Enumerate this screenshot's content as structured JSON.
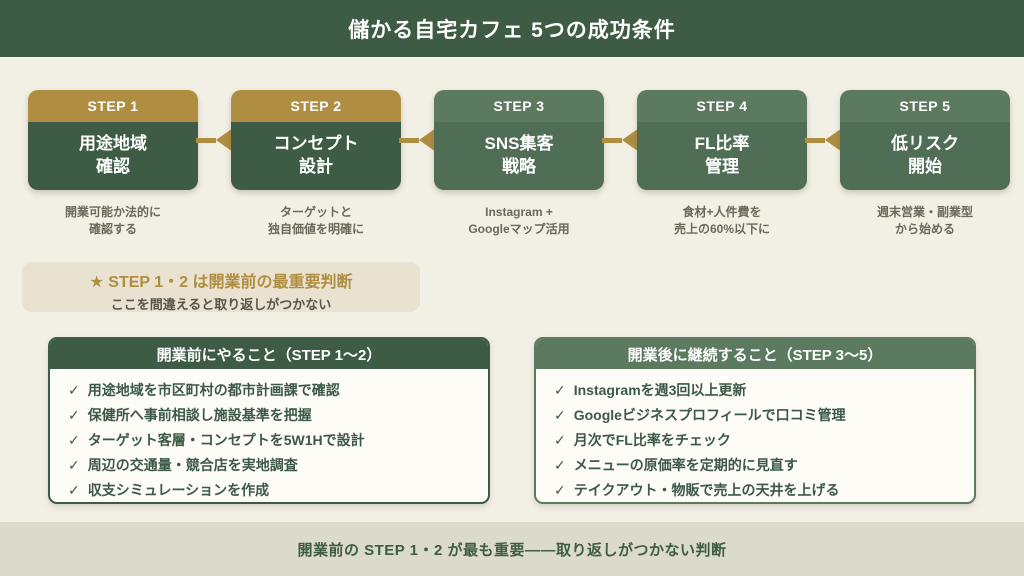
{
  "title": "儲かる自宅カフェ 5つの成功条件",
  "colors": {
    "accent_gold": "#B08E41",
    "dark_green": "#3E5C45",
    "mid_green_header": "#5C7A60",
    "mid_green_body": "#506D55",
    "page_bg": "#F2EFE5",
    "callout_bg": "#E9E2D0",
    "footer_bg": "#DBDACB"
  },
  "steps": [
    {
      "label": "STEP 1",
      "title": "用途地域\n確認",
      "caption": "開業可能か法的に\n確認する"
    },
    {
      "label": "STEP 2",
      "title": "コンセプト\n設計",
      "caption": "ターゲットと\n独自価値を明確に"
    },
    {
      "label": "STEP 3",
      "title": "SNS集客\n戦略",
      "caption": "Instagram +\nGoogleマップ活用"
    },
    {
      "label": "STEP 4",
      "title": "FL比率\n管理",
      "caption": "食材+人件費を\n売上の60%以下に"
    },
    {
      "label": "STEP 5",
      "title": "低リスク\n開始",
      "caption": "週末営業・副業型\nから始める"
    }
  ],
  "callout": {
    "star": "★",
    "title": "STEP 1・2 は開業前の最重要判断",
    "subtitle": "ここを間違えると取り返しがつかない"
  },
  "check_glyph": "✓",
  "checklists": [
    {
      "title": "開業前にやること（STEP 1〜2）",
      "items": [
        "用途地域を市区町村の都市計画課で確認",
        "保健所へ事前相談し施設基準を把握",
        "ターゲット客層・コンセプトを5W1Hで設計",
        "周辺の交通量・競合店を実地調査",
        "収支シミュレーションを作成"
      ]
    },
    {
      "title": "開業後に継続すること（STEP 3〜5）",
      "items": [
        "Instagramを週3回以上更新",
        "Googleビジネスプロフィールで口コミ管理",
        "月次でFL比率をチェック",
        "メニューの原価率を定期的に見直す",
        "テイクアウト・物販で売上の天井を上げる"
      ]
    }
  ],
  "footer": "開業前の STEP 1・2 が最も重要——取り返しがつかない判断"
}
